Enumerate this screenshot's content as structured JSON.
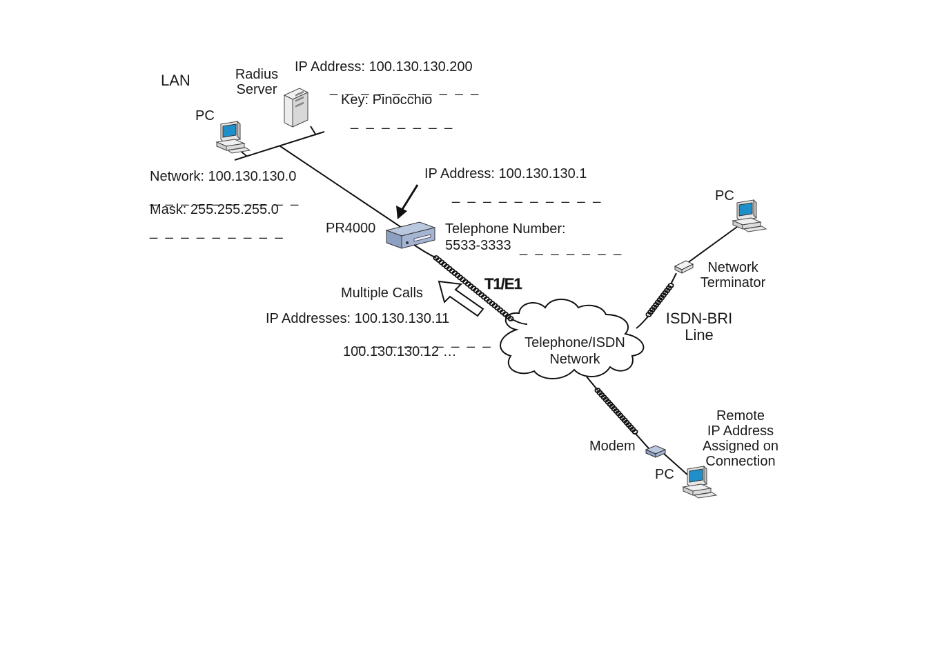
{
  "labels": {
    "lan": "LAN",
    "radius_server": [
      "Radius",
      "Server"
    ],
    "radius_ip": "IP Address: 100.130.130.200",
    "radius_key": "Key: Pinocchio",
    "pc_lan": "PC",
    "network": "Network: 100.130.130.0",
    "mask": "Mask: 255.255.255.0",
    "pr4000": "PR4000",
    "pr_ip": "IP Address: 100.130.130.1",
    "phone_line1": "Telephone Number:",
    "phone_line2": "5533-3333",
    "t1e1": "T1/E1",
    "multiple_calls": "Multiple Calls",
    "ip_addresses_1": "IP Addresses: 100.130.130.11",
    "ip_addresses_2": "100.130.130.12 …",
    "cloud": [
      "Telephone/ISDN",
      "Network"
    ],
    "pc_isdn": "PC",
    "network_terminator": [
      "Network",
      "Terminator"
    ],
    "isdn_bri": [
      "ISDN-BRI",
      "Line"
    ],
    "modem": "Modem",
    "pc_modem": "PC",
    "remote": [
      "Remote",
      "IP Address",
      "Assigned on",
      "Connection"
    ]
  },
  "blanks": {
    "radius_ip": "_ _ _ _ _ _ _ _ _ _",
    "radius_key": "_ _ _ _ _ _ _",
    "network": "_ _ _ _ _ _ _ _ _ _",
    "mask": "_ _ _ _ _ _ _ _ _",
    "pr_ip": "_ _ _ _ _ _ _ _ _ _",
    "phone": "_ _ _ _ _ _ _",
    "ip_addresses": "_ _ _ _ _ _ _ _ _"
  }
}
